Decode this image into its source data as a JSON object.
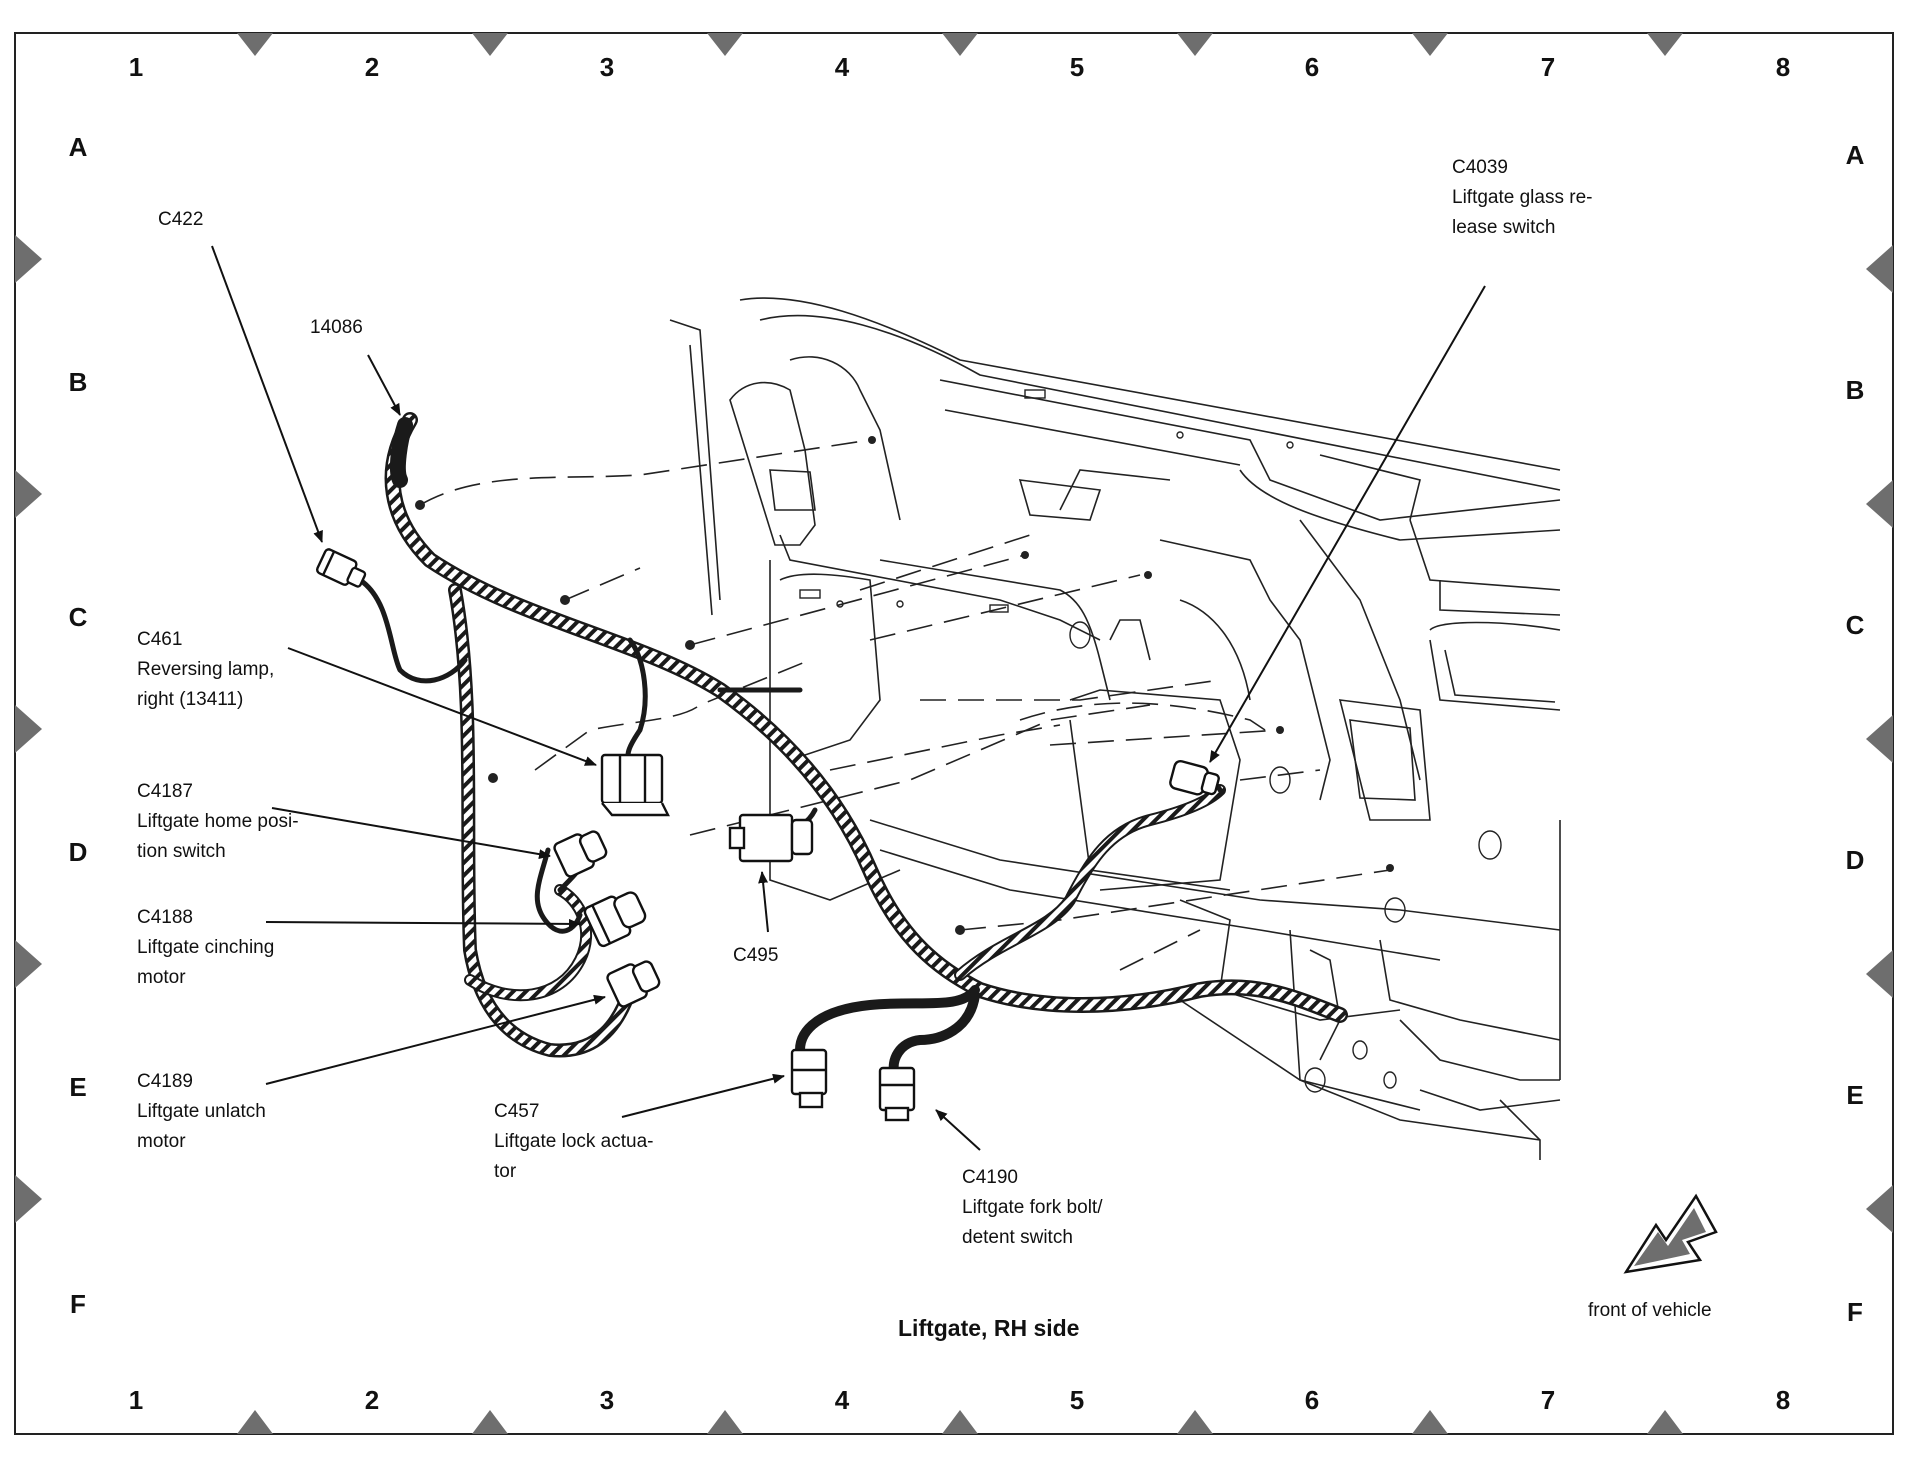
{
  "title": "Liftgate, RH side",
  "grid": {
    "columns": [
      "1",
      "2",
      "3",
      "4",
      "5",
      "6",
      "7",
      "8"
    ],
    "rows": [
      "A",
      "B",
      "C",
      "D",
      "E",
      "F"
    ]
  },
  "callouts": {
    "c422": {
      "code": "C422"
    },
    "h14086": {
      "code": "14086"
    },
    "c461": {
      "code": "C461",
      "lines": [
        "Reversing lamp,",
        "right (13411)"
      ]
    },
    "c4187": {
      "code": "C4187",
      "lines": [
        "Liftgate home posi-",
        "tion switch"
      ]
    },
    "c4188": {
      "code": "C4188",
      "lines": [
        "Liftgate cinching",
        "motor"
      ]
    },
    "c4189": {
      "code": "C4189",
      "lines": [
        "Liftgate unlatch",
        "motor"
      ]
    },
    "c457": {
      "code": "C457",
      "lines": [
        "Liftgate lock actua-",
        "tor"
      ]
    },
    "c495": {
      "code": "C495"
    },
    "c4190": {
      "code": "C4190",
      "lines": [
        "Liftgate fork bolt/",
        "detent switch"
      ]
    },
    "c4039": {
      "code": "C4039",
      "lines": [
        "Liftgate glass re-",
        "lease switch"
      ]
    }
  },
  "orientation": {
    "label": "front of vehicle",
    "icon": "direction-arrow-icon"
  },
  "colors": {
    "ink": "#111111",
    "marker": "#6e6e6e",
    "harness": "#1a1a1a"
  }
}
